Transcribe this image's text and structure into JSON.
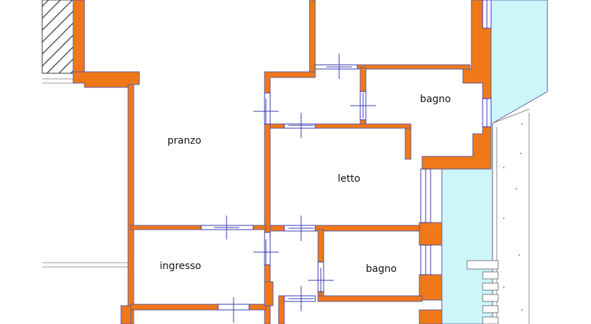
{
  "plan": {
    "rooms": [
      {
        "key": "pranzo",
        "label": "pranzo"
      },
      {
        "key": "bagno_top",
        "label": "bagno"
      },
      {
        "key": "letto",
        "label": "letto"
      },
      {
        "key": "ingresso",
        "label": "ingresso"
      },
      {
        "key": "bagno_bottom",
        "label": "bagno"
      }
    ],
    "colors": {
      "wall": "#f07818",
      "wall_edge": "#5a5aa0",
      "window": "#2a2acc",
      "balcony": "#cdf6fb",
      "hatch": "#555555",
      "plant": "#19c24a"
    }
  }
}
